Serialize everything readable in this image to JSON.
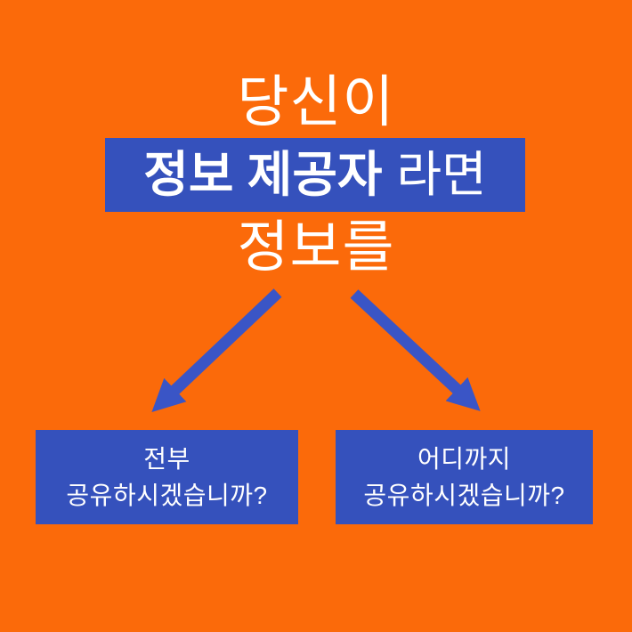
{
  "colors": {
    "background": "#FB6A0A",
    "panel_blue": "#3551BC",
    "arrow_blue": "#3A55C6",
    "text_white": "#FFFFFF"
  },
  "headline": {
    "line1": "당신이",
    "highlight": "정보 제공자",
    "suffix": "라면",
    "line3": "정보를"
  },
  "options": [
    {
      "line1": "전부",
      "line2": "공유하시겠습니까?"
    },
    {
      "line1": "어디까지",
      "line2": "공유하시겠습니까?"
    }
  ]
}
